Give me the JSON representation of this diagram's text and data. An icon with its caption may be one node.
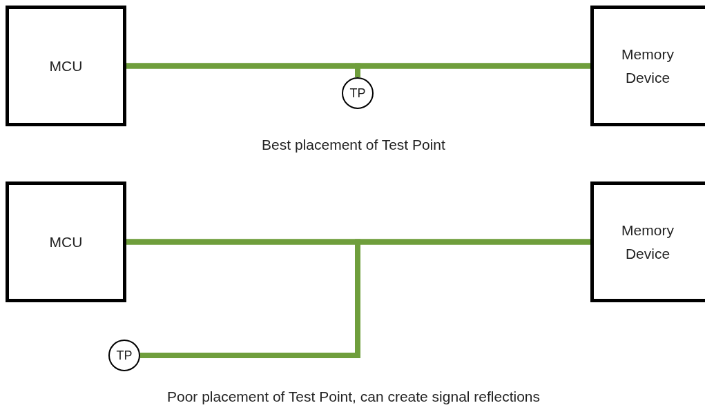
{
  "diagram": {
    "nodes": [
      {
        "text": [
          "MCU"
        ]
      },
      {
        "text": [
          "Memory Device"
        ]
      },
      {
        "text": [
          "TP"
        ]
      },
      {
        "text": [
          "MCU"
        ]
      },
      {
        "text": [
          "Memory Device"
        ]
      },
      {
        "text": [
          "TP"
        ]
      }
    ],
    "edges": [
      {
        "from": 0,
        "to": 1,
        "arrow": "none"
      },
      {
        "from": 2,
        "to": 0,
        "arrow": "none"
      },
      {
        "from": 2,
        "to": 1,
        "arrow": "none"
      },
      {
        "from": 3,
        "to": 4,
        "arrow": "none"
      },
      {
        "from": 5,
        "to": 3,
        "arrow": "none"
      },
      {
        "from": 5,
        "to": 4,
        "arrow": "none"
      }
    ],
    "labels": [
      "Best placement of Test Point",
      "Poor placement of Test Point, can create signal reflections"
    ]
  }
}
